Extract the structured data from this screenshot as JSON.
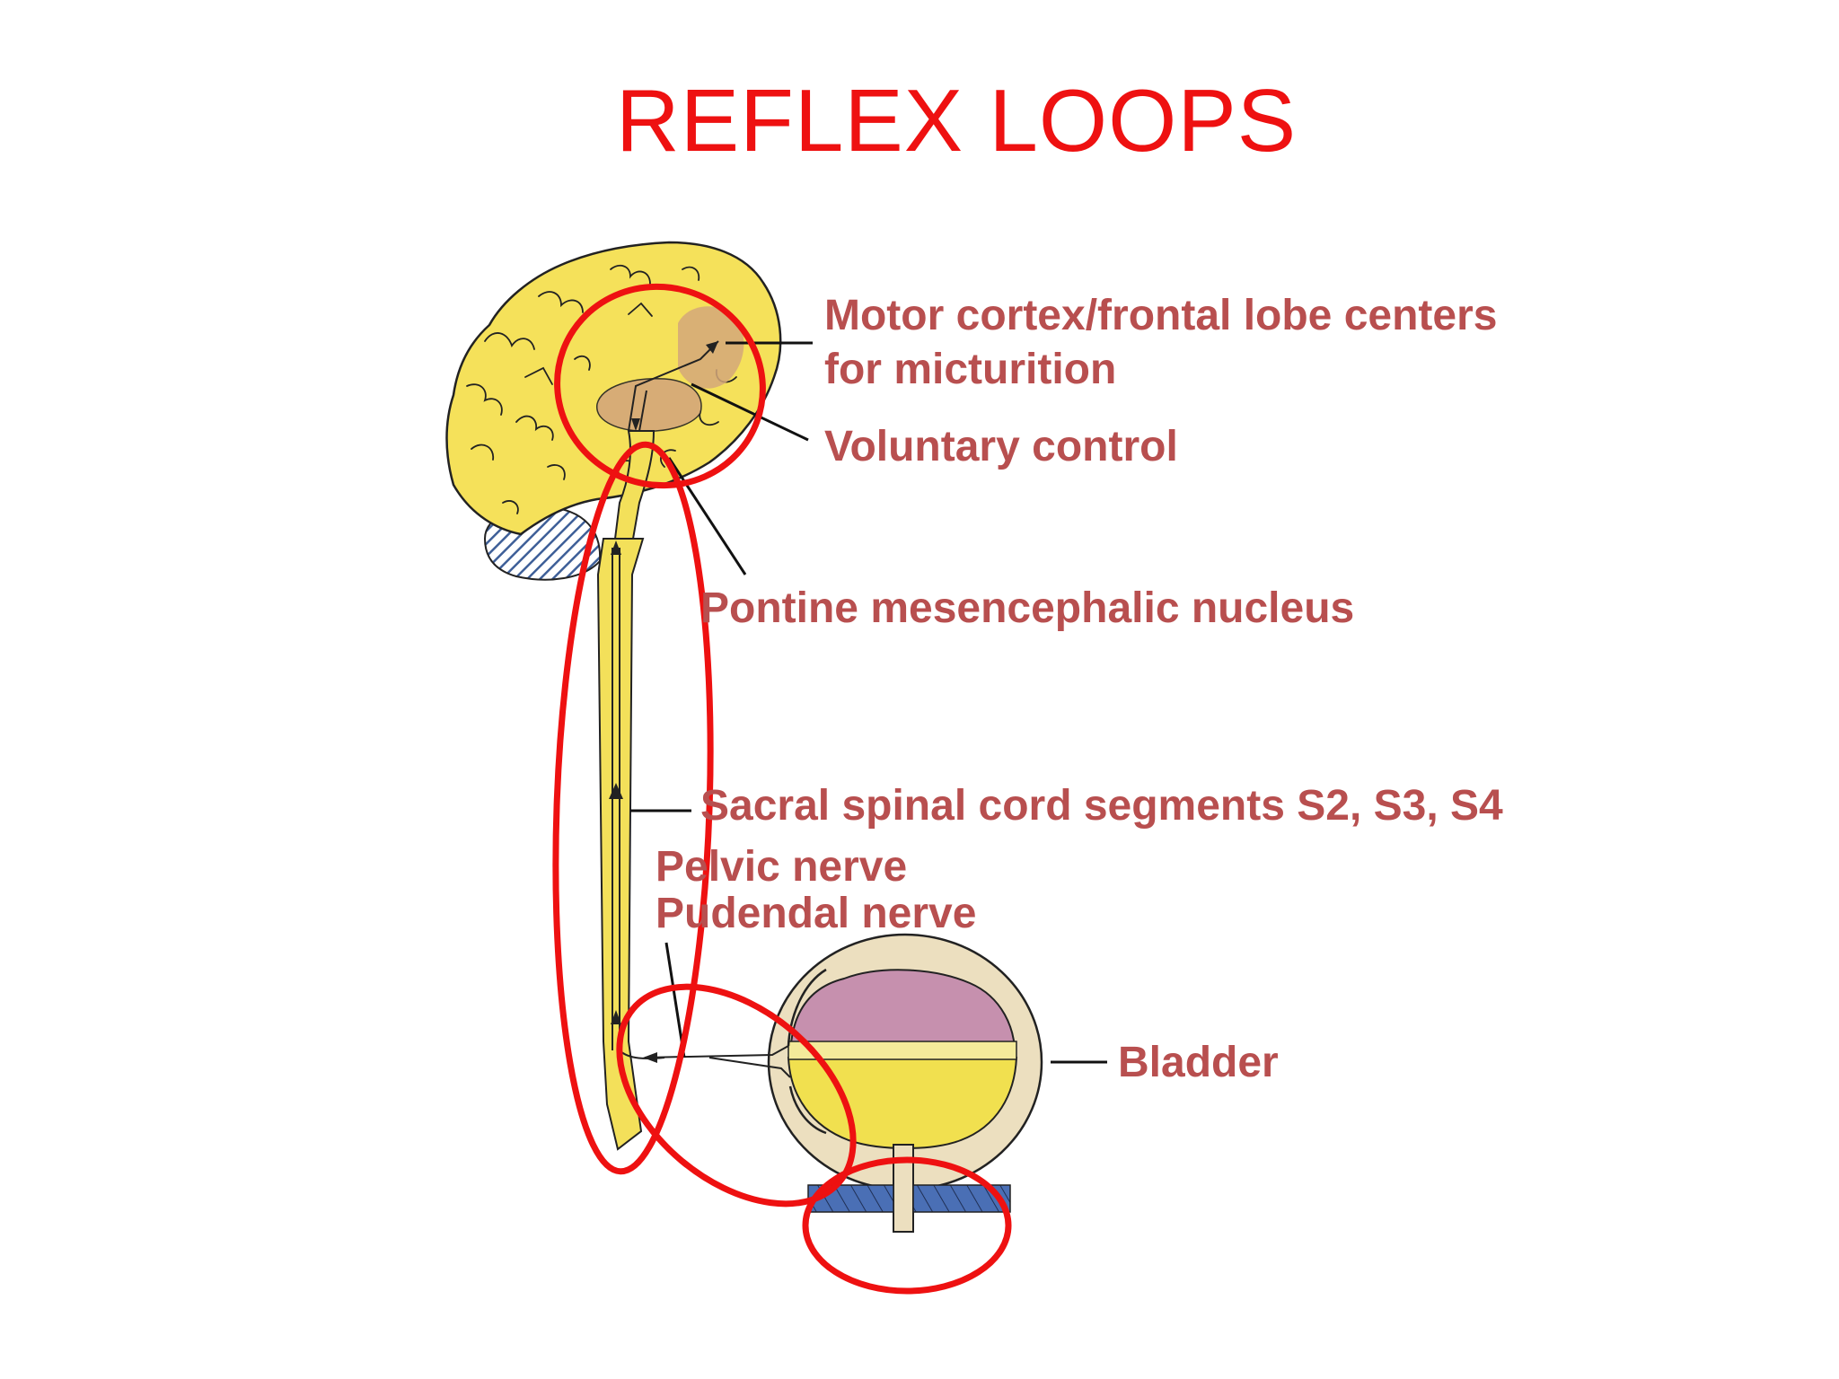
{
  "title": "REFLEX LOOPS",
  "labels": {
    "motor_cortex_line1": "Motor cortex/frontal lobe centers",
    "motor_cortex_line2": "for micturition",
    "voluntary_control": "Voluntary control",
    "pontine": "Pontine mesencephalic nucleus",
    "sacral": "Sacral spinal cord segments S2, S3, S4",
    "pelvic": "Pelvic nerve",
    "pudendal": "Pudendal nerve",
    "bladder": "Bladder"
  },
  "colors": {
    "title": "#ee1111",
    "label": "#b84f4f",
    "loop": "#ee1111",
    "brain": "#f5e15a",
    "cord": "#f3e05a",
    "cerebellum": "#3e5f98",
    "bladder_wall": "#ecdfbf",
    "bladder_lumen": "#c690ae",
    "urine": "#f1e04f",
    "sphincter": "#4a6fb5",
    "highlight": "#d4a77a"
  }
}
